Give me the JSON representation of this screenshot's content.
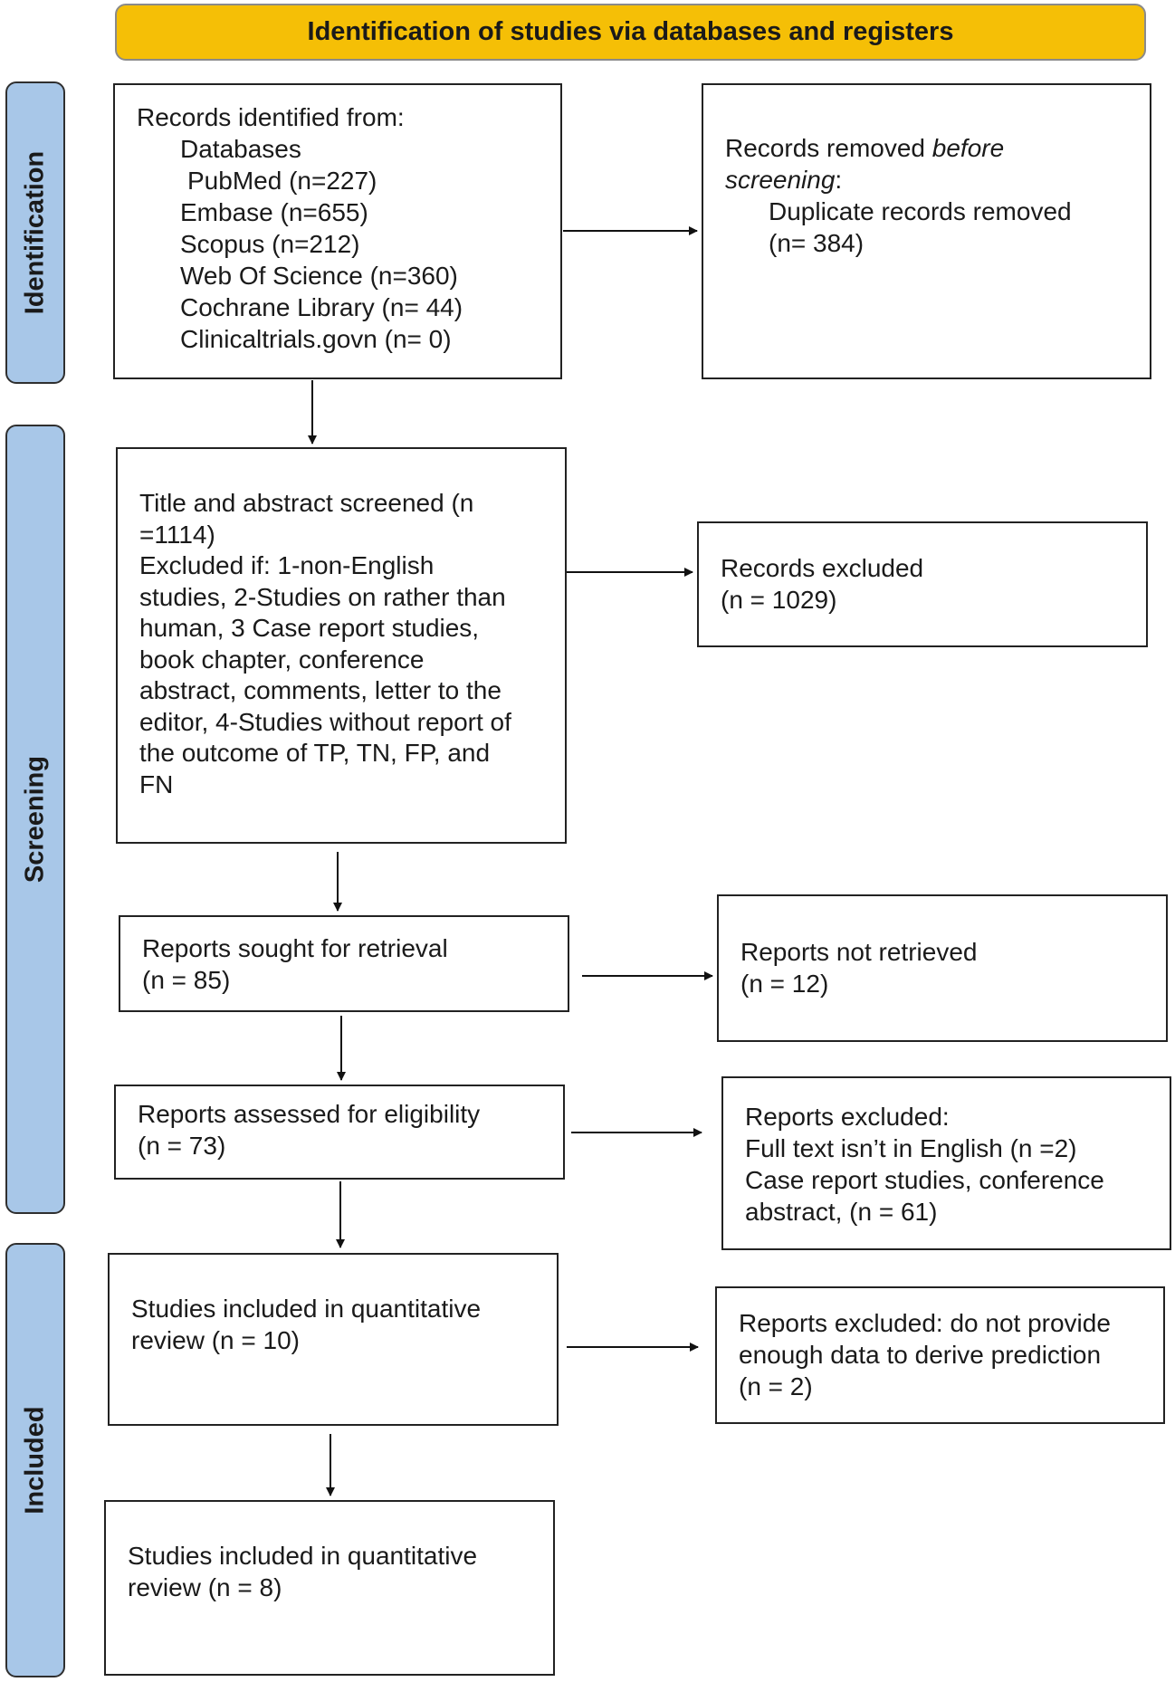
{
  "header": {
    "title": "Identification of studies via databases and registers"
  },
  "stages": {
    "identification": "Identification",
    "screening": "Screening",
    "included": "Included"
  },
  "boxes": {
    "records_identified": {
      "heading": "Records identified from:",
      "databases_label": "Databases",
      "sources": [
        "PubMed (n=227)",
        "Embase (n=655)",
        "Scopus (n=212)",
        "Web Of Science (n=360)",
        "Cochrane Library (n= 44)",
        "Clinicaltrials.govn (n= 0)"
      ]
    },
    "records_removed": {
      "heading_plain": "Records removed ",
      "heading_italic": "before",
      "heading_italic_2": "screening",
      "heading_colon": ":",
      "detail": "Duplicate records removed",
      "count": "(n= 384)"
    },
    "title_abstract": {
      "lines": [
        "Title and abstract screened (n",
        "=1114)",
        "Excluded if: 1-non-English",
        "studies, 2-Studies on rather than",
        "human, 3 Case report studies,",
        "book chapter, conference",
        "abstract, comments, letter to the",
        "editor, 4-Studies without report of",
        "the outcome of TP, TN, FP, and",
        "FN"
      ]
    },
    "records_excluded": {
      "label": "Records excluded",
      "count": "(n = 1029)"
    },
    "reports_sought": {
      "label": "Reports sought for retrieval",
      "count": "(n = 85)"
    },
    "reports_not_retrieved": {
      "label": "Reports not retrieved",
      "count": "(n = 12)"
    },
    "reports_assessed": {
      "label": "Reports assessed for eligibility",
      "count": "(n = 73)"
    },
    "reports_excluded_1": {
      "lines": [
        "Reports excluded:",
        "Full text isn’t in English (n =2)",
        "Case report studies, conference",
        "abstract, (n = 61)"
      ]
    },
    "studies_included_1": {
      "line1": "Studies included in quantitative",
      "line2": "review (n = 10)"
    },
    "reports_excluded_2": {
      "lines": [
        "Reports excluded: do not provide",
        "enough data to derive prediction",
        "(n = 2)"
      ]
    },
    "studies_included_2": {
      "line1": "Studies included in quantitative",
      "line2": "review (n = 8)"
    }
  },
  "colors": {
    "banner": "#f5bf06",
    "stage": "#a8c7e8",
    "border": "#222222"
  }
}
